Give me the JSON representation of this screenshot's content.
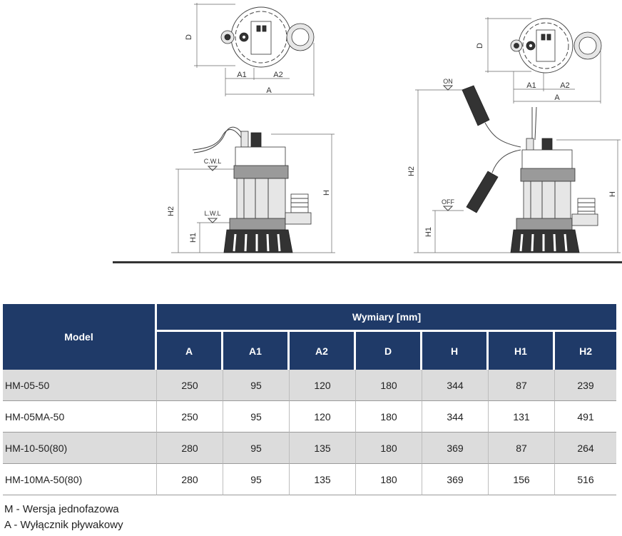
{
  "drawing_labels": {
    "dim_D": "D",
    "dim_A1": "A1",
    "dim_A2": "A2",
    "dim_A": "A",
    "dim_H": "H",
    "dim_H1": "H1",
    "dim_H2": "H2",
    "cwl": "C.W.L",
    "lwl": "L.W.L",
    "on": "ON",
    "off": "OFF"
  },
  "table": {
    "model_header": "Model",
    "group_header": "Wymiary [mm]",
    "columns": [
      "A",
      "A1",
      "A2",
      "D",
      "H",
      "H1",
      "H2"
    ],
    "rows": [
      {
        "model": "HM-05-50",
        "values": [
          "250",
          "95",
          "120",
          "180",
          "344",
          "87",
          "239"
        ]
      },
      {
        "model": "HM-05MA-50",
        "values": [
          "250",
          "95",
          "120",
          "180",
          "344",
          "131",
          "491"
        ]
      },
      {
        "model": "HM-10-50(80)",
        "values": [
          "280",
          "95",
          "135",
          "180",
          "369",
          "87",
          "264"
        ]
      },
      {
        "model": "HM-10MA-50(80)",
        "values": [
          "280",
          "95",
          "135",
          "180",
          "369",
          "156",
          "516"
        ]
      }
    ]
  },
  "legend": {
    "m": "M - Wersja jednofazowa",
    "a": "A - Wyłącznik pływakowy"
  },
  "colors": {
    "header_bg": "#1f3a68",
    "row_shade": "#dcdcdc"
  }
}
